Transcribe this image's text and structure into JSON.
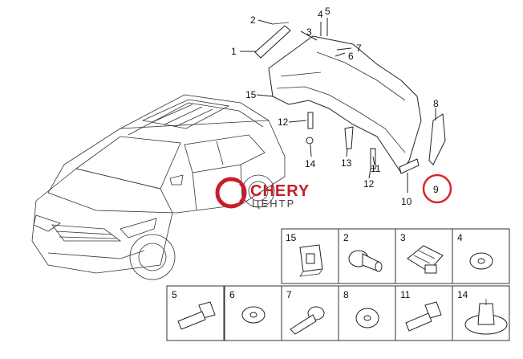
{
  "callouts": {
    "c1": "1",
    "c2": "2",
    "c3": "3",
    "c4": "4",
    "c5": "5",
    "c6": "6",
    "c7": "7",
    "c8": "8",
    "c9": "9",
    "c10": "10",
    "c11": "11",
    "c12a": "12",
    "c12b": "12",
    "c13": "13",
    "c14": "14",
    "c15": "15"
  },
  "logo": {
    "brand": "CHERY",
    "sub": "ЦЕНТР"
  },
  "parts_grid": {
    "row1": [
      "15",
      "2",
      "3",
      "4"
    ],
    "row2": [
      "5",
      "6",
      "7",
      "8",
      "11",
      "14"
    ]
  },
  "highlight_color": "#d9232e"
}
